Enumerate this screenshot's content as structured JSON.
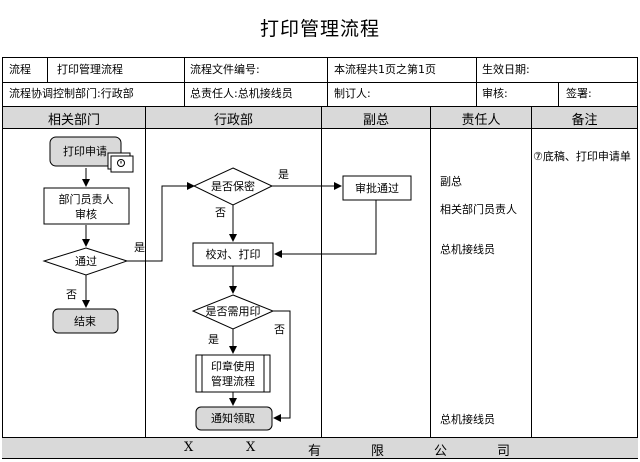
{
  "title": "打印管理流程",
  "header": {
    "row1": {
      "c1": "流程",
      "c2": "打印管理流程",
      "c3": "流程文件编号:",
      "c4": "本流程共1页之第1页",
      "c5": "生效日期:"
    },
    "row2": {
      "c1": "流程协调控制部门:行政部",
      "c2": "总责任人:总机接线员",
      "c3": "制订人:",
      "c4": "审核:",
      "c5": "签署:"
    }
  },
  "lanes": [
    "相关部门",
    "行政部",
    "副总",
    "责任人",
    "备注"
  ],
  "nodes": {
    "print_request": "打印申请",
    "dept_review_1": "部门员责人",
    "dept_review_2": "审核",
    "pass": "通过",
    "end": "结束",
    "confidential": "是否保密",
    "approve": "审批通过",
    "proofread": "校对、打印",
    "need_seal": "是否需用印",
    "seal_mgmt_1": "印章使用",
    "seal_mgmt_2": "管理流程",
    "notify": "通知领取"
  },
  "edge_labels": {
    "pass_yes": "是",
    "pass_no": "否",
    "conf_yes": "是",
    "conf_no": "否",
    "seal_yes": "是",
    "seal_no": "否"
  },
  "responsible": {
    "r1": "副总",
    "r2": "相关部门员责人",
    "r3": "总机接线员",
    "r4": "总机接线员"
  },
  "remark": "⑦底稿、打印申请单",
  "footer": [
    "X",
    "X",
    "有",
    "限",
    "公",
    "司"
  ]
}
